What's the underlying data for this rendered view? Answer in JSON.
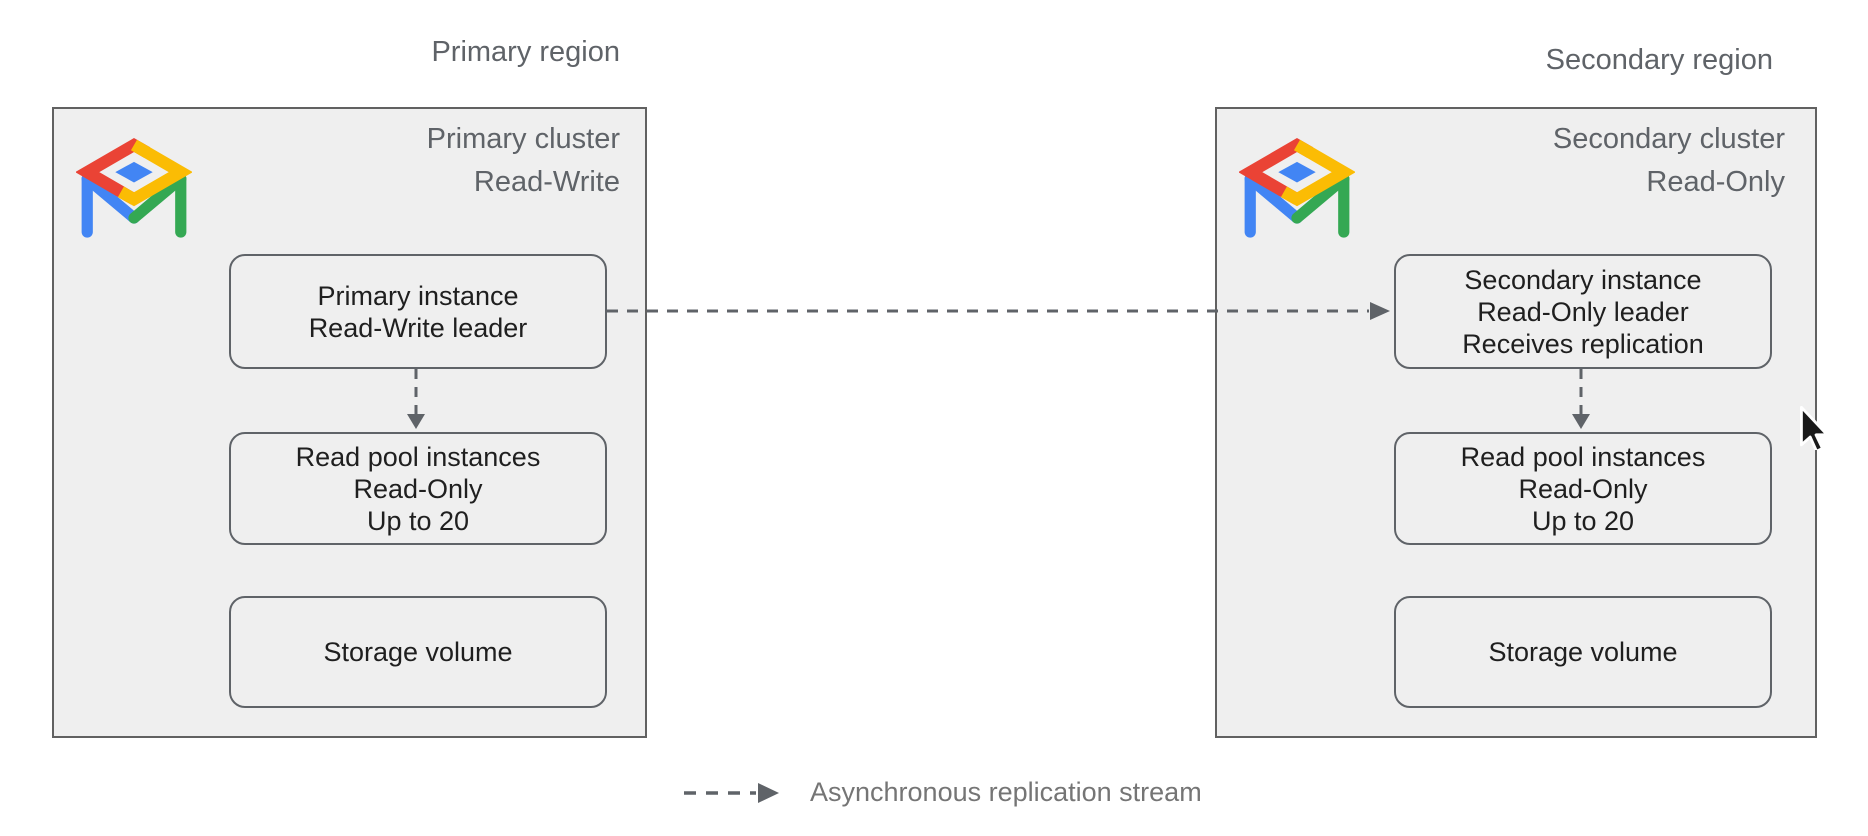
{
  "primary": {
    "region_label": "Primary region",
    "cluster_title": [
      "Primary cluster",
      "Read-Write"
    ],
    "instance_lines": [
      "Primary instance",
      "Read-Write leader"
    ],
    "read_pool_lines": [
      "Read pool instances",
      "Read-Only",
      "Up to 20"
    ],
    "storage_lines": [
      "Storage volume"
    ]
  },
  "secondary": {
    "region_label": "Secondary region",
    "cluster_title": [
      "Secondary cluster",
      "Read-Only"
    ],
    "instance_lines": [
      "Secondary instance",
      "Read-Only leader",
      "Receives replication"
    ],
    "read_pool_lines": [
      "Read pool instances",
      "Read-Only",
      "Up to 20"
    ],
    "storage_lines": [
      "Storage volume"
    ]
  },
  "legend": {
    "label": "Asynchronous replication stream"
  },
  "icons": {
    "cluster_logo": "alloydb-logo",
    "pointer": "mouse-cursor"
  },
  "colors": {
    "cluster_background": "#efefef",
    "cluster_border": "#616161",
    "node_border": "#5f6368",
    "node_text": "#1f1f1f",
    "label_text": "#5f6368",
    "legend_text": "#757575",
    "arrow": "#5f6368",
    "logo_red": "#ea4335",
    "logo_yellow": "#fbbc04",
    "logo_green": "#34a853",
    "logo_blue": "#4285f4"
  }
}
